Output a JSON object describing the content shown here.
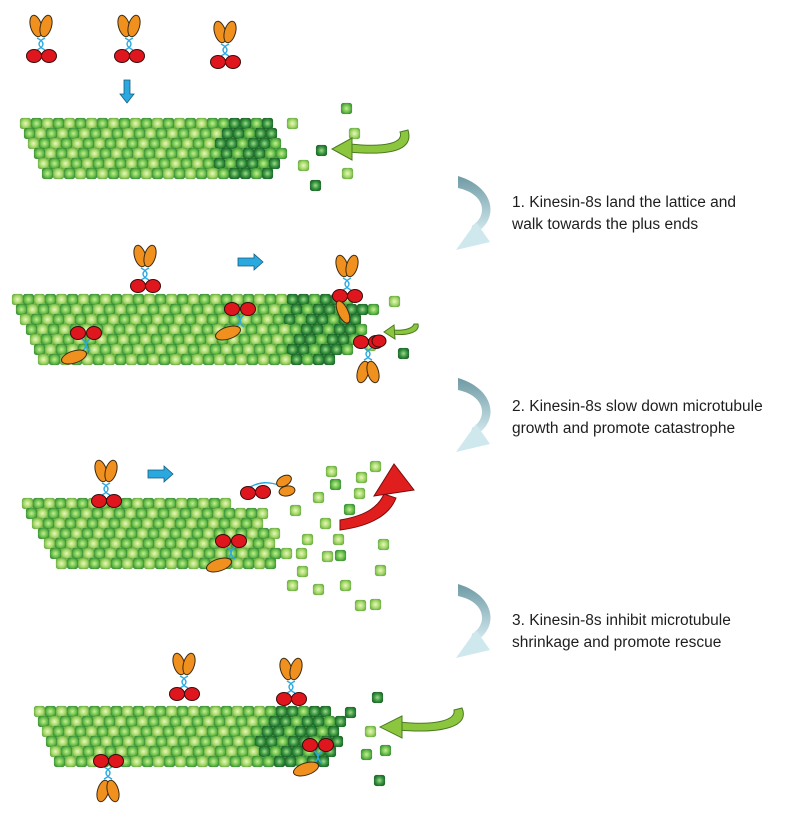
{
  "steps": [
    {
      "line1": "1. Kinesin-8s land the lattice and",
      "line2": "walk towards the plus ends"
    },
    {
      "line1": "2. Kinesin-8s slow down microtubule",
      "line2": "growth and promote catastrophe"
    },
    {
      "line1": "3. Kinesin-8s inhibit microtubule",
      "line2": "shrinkage and promote rescue"
    }
  ],
  "colors": {
    "tubulin_light": "#b8e07a",
    "tubulin_mid": "#6cc14c",
    "tubulin_dark": "#2e7d38",
    "motor_head": "#e0161e",
    "motor_tail": "#f0901e",
    "neck_linker": "#29a9e0",
    "walk_arrow": "#29a9e0",
    "growth_arrow": "#8cc63f",
    "catastrophe_arrow": "#e01e1e",
    "step_arrow_dark": "#7fa5ae",
    "step_arrow_light": "#cfe8ee"
  }
}
